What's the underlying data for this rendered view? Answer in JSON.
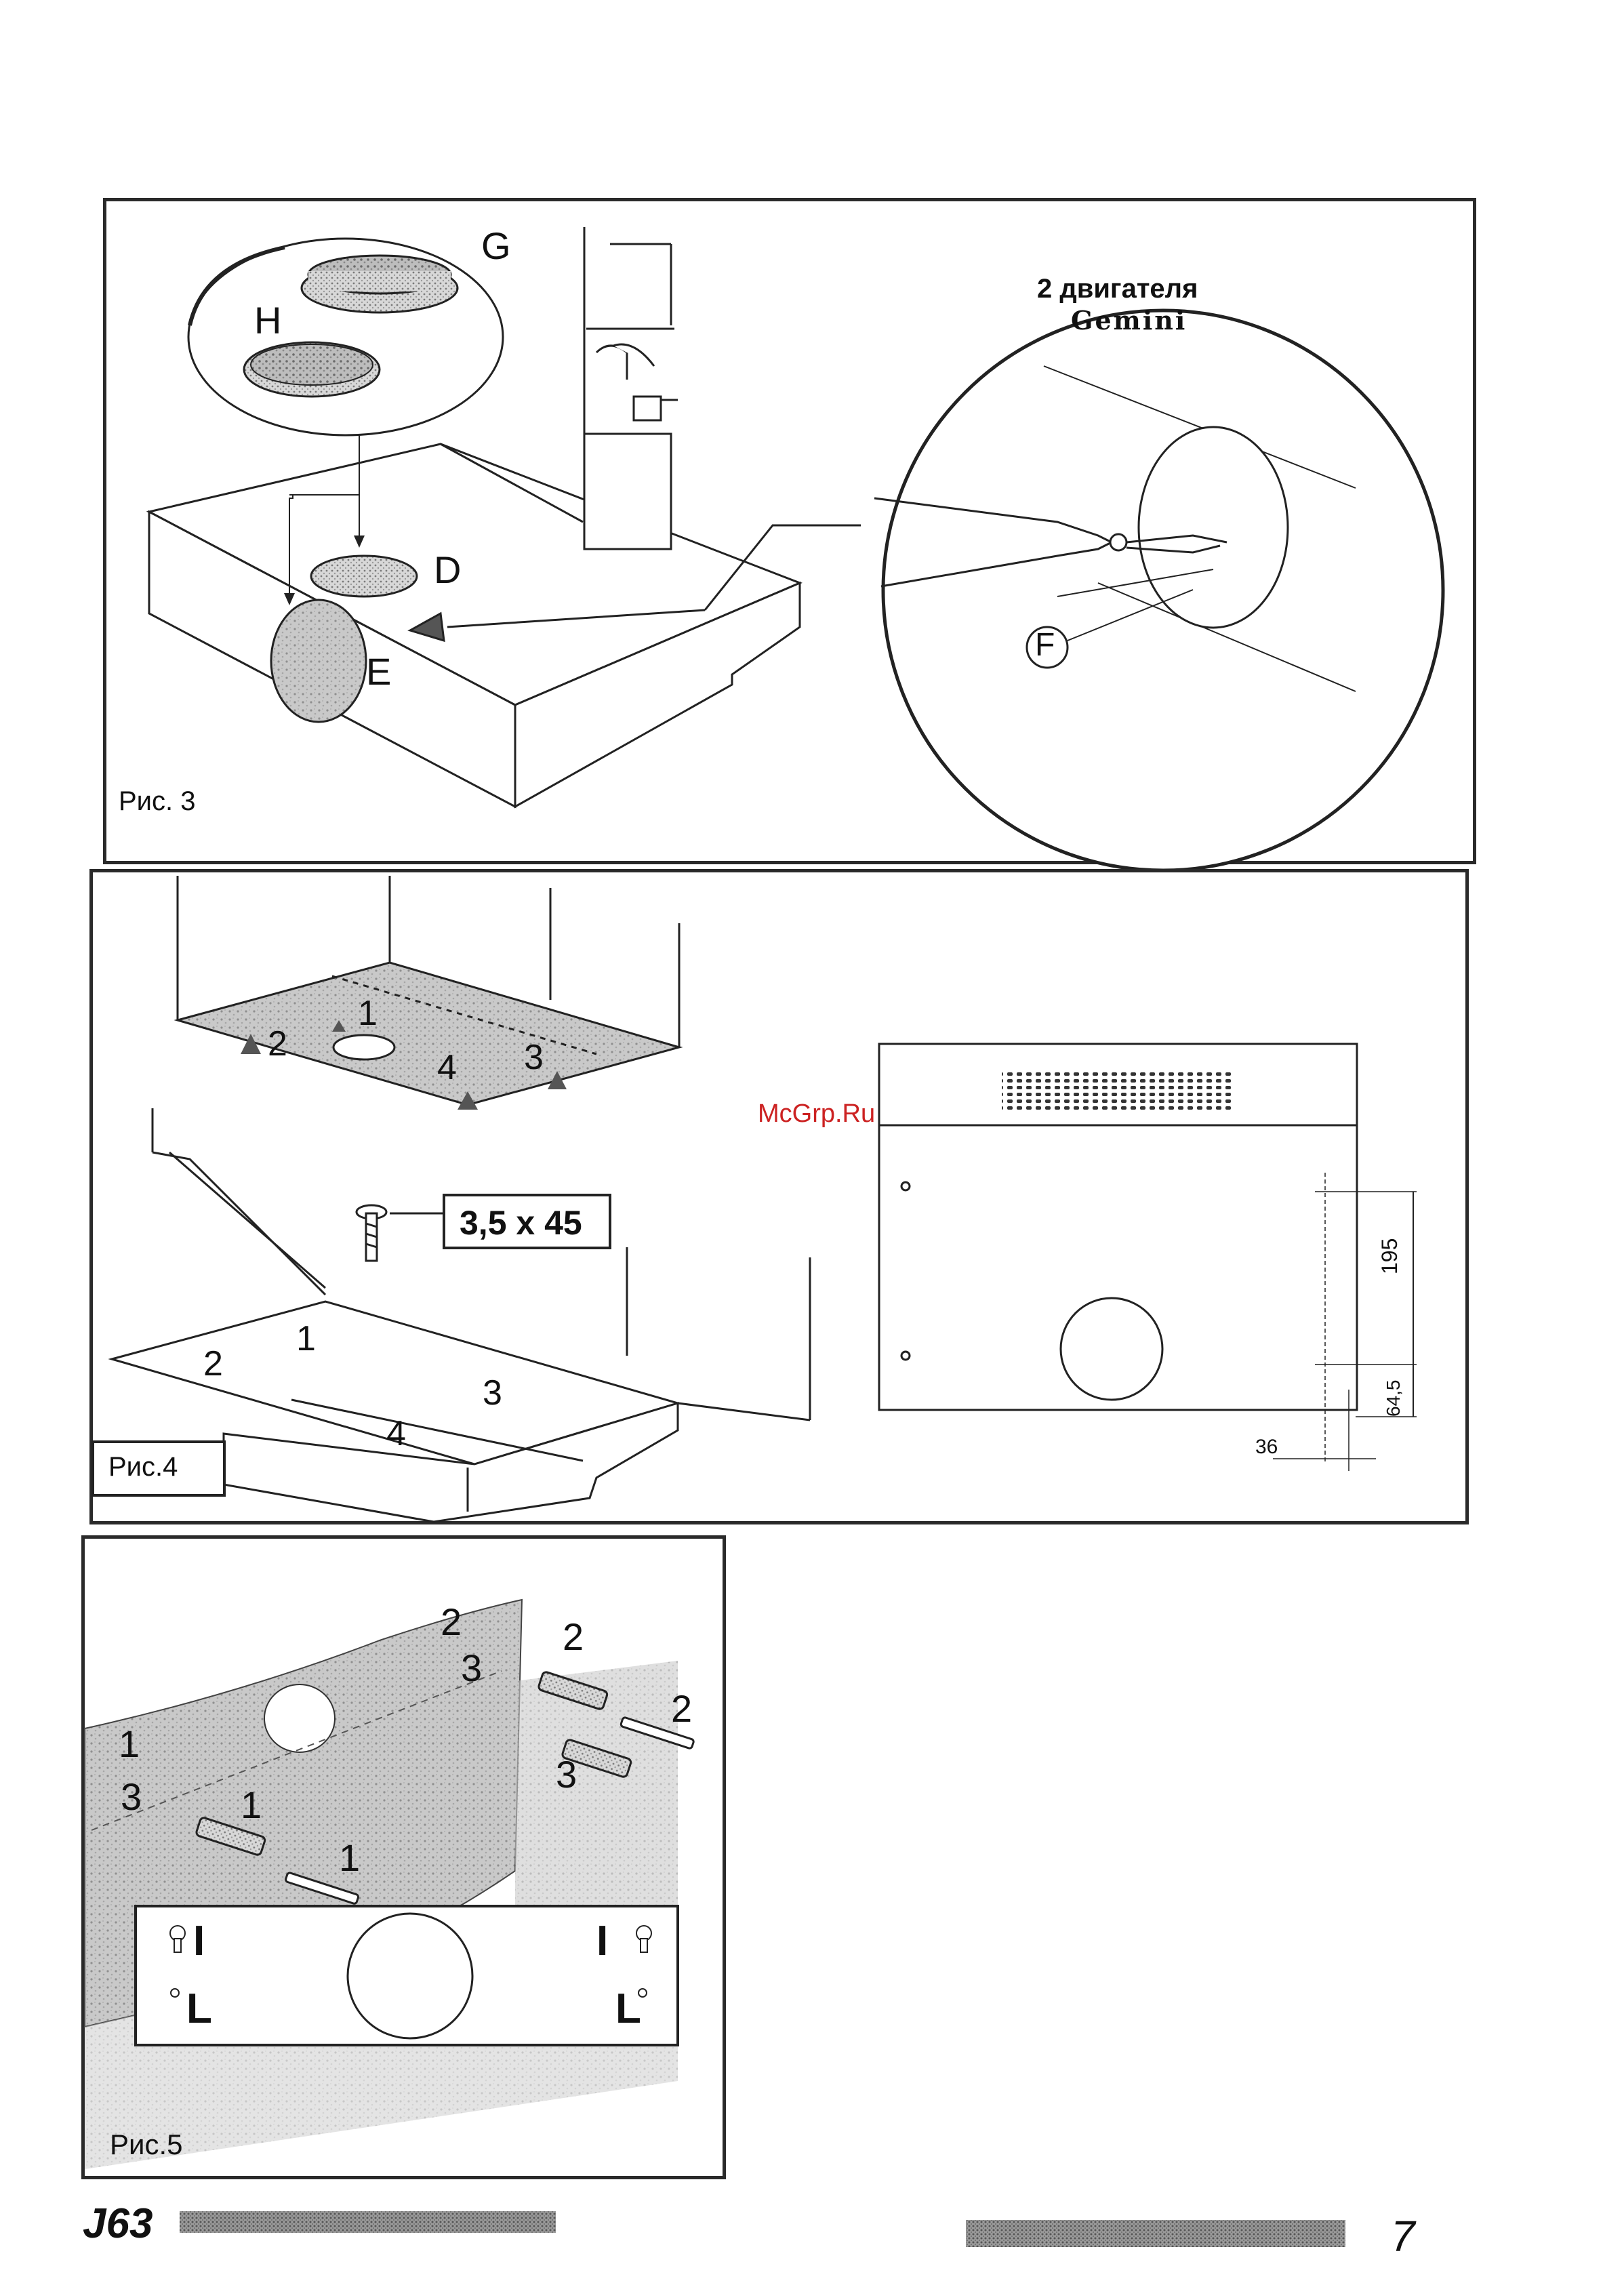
{
  "fig3": {
    "caption": "Рис. 3",
    "letters": {
      "G": "G",
      "H": "H",
      "D": "D",
      "E": "E",
      "F": "F"
    },
    "motor_line1": "2 двигателя",
    "motor_line2": "Gemini"
  },
  "fig4": {
    "caption": "Рис.4",
    "screw": "3,5 x 45",
    "top_marks": [
      "1",
      "2",
      "3",
      "4"
    ],
    "bottom_marks": [
      "1",
      "2",
      "3",
      "4"
    ],
    "dim_195": "195",
    "dim_645": "64,5",
    "dim_36": "36",
    "watermark": "McGrp.Ru"
  },
  "fig5": {
    "caption": "Рис.5",
    "marks": [
      "2",
      "3",
      "2",
      "2",
      "3",
      "1",
      "3",
      "1",
      "1"
    ],
    "template_I_left": "I",
    "template_L_left": "L",
    "template_I_right": "I",
    "template_L_right": "L"
  },
  "footer": {
    "model": "J63",
    "page_number": "7"
  }
}
